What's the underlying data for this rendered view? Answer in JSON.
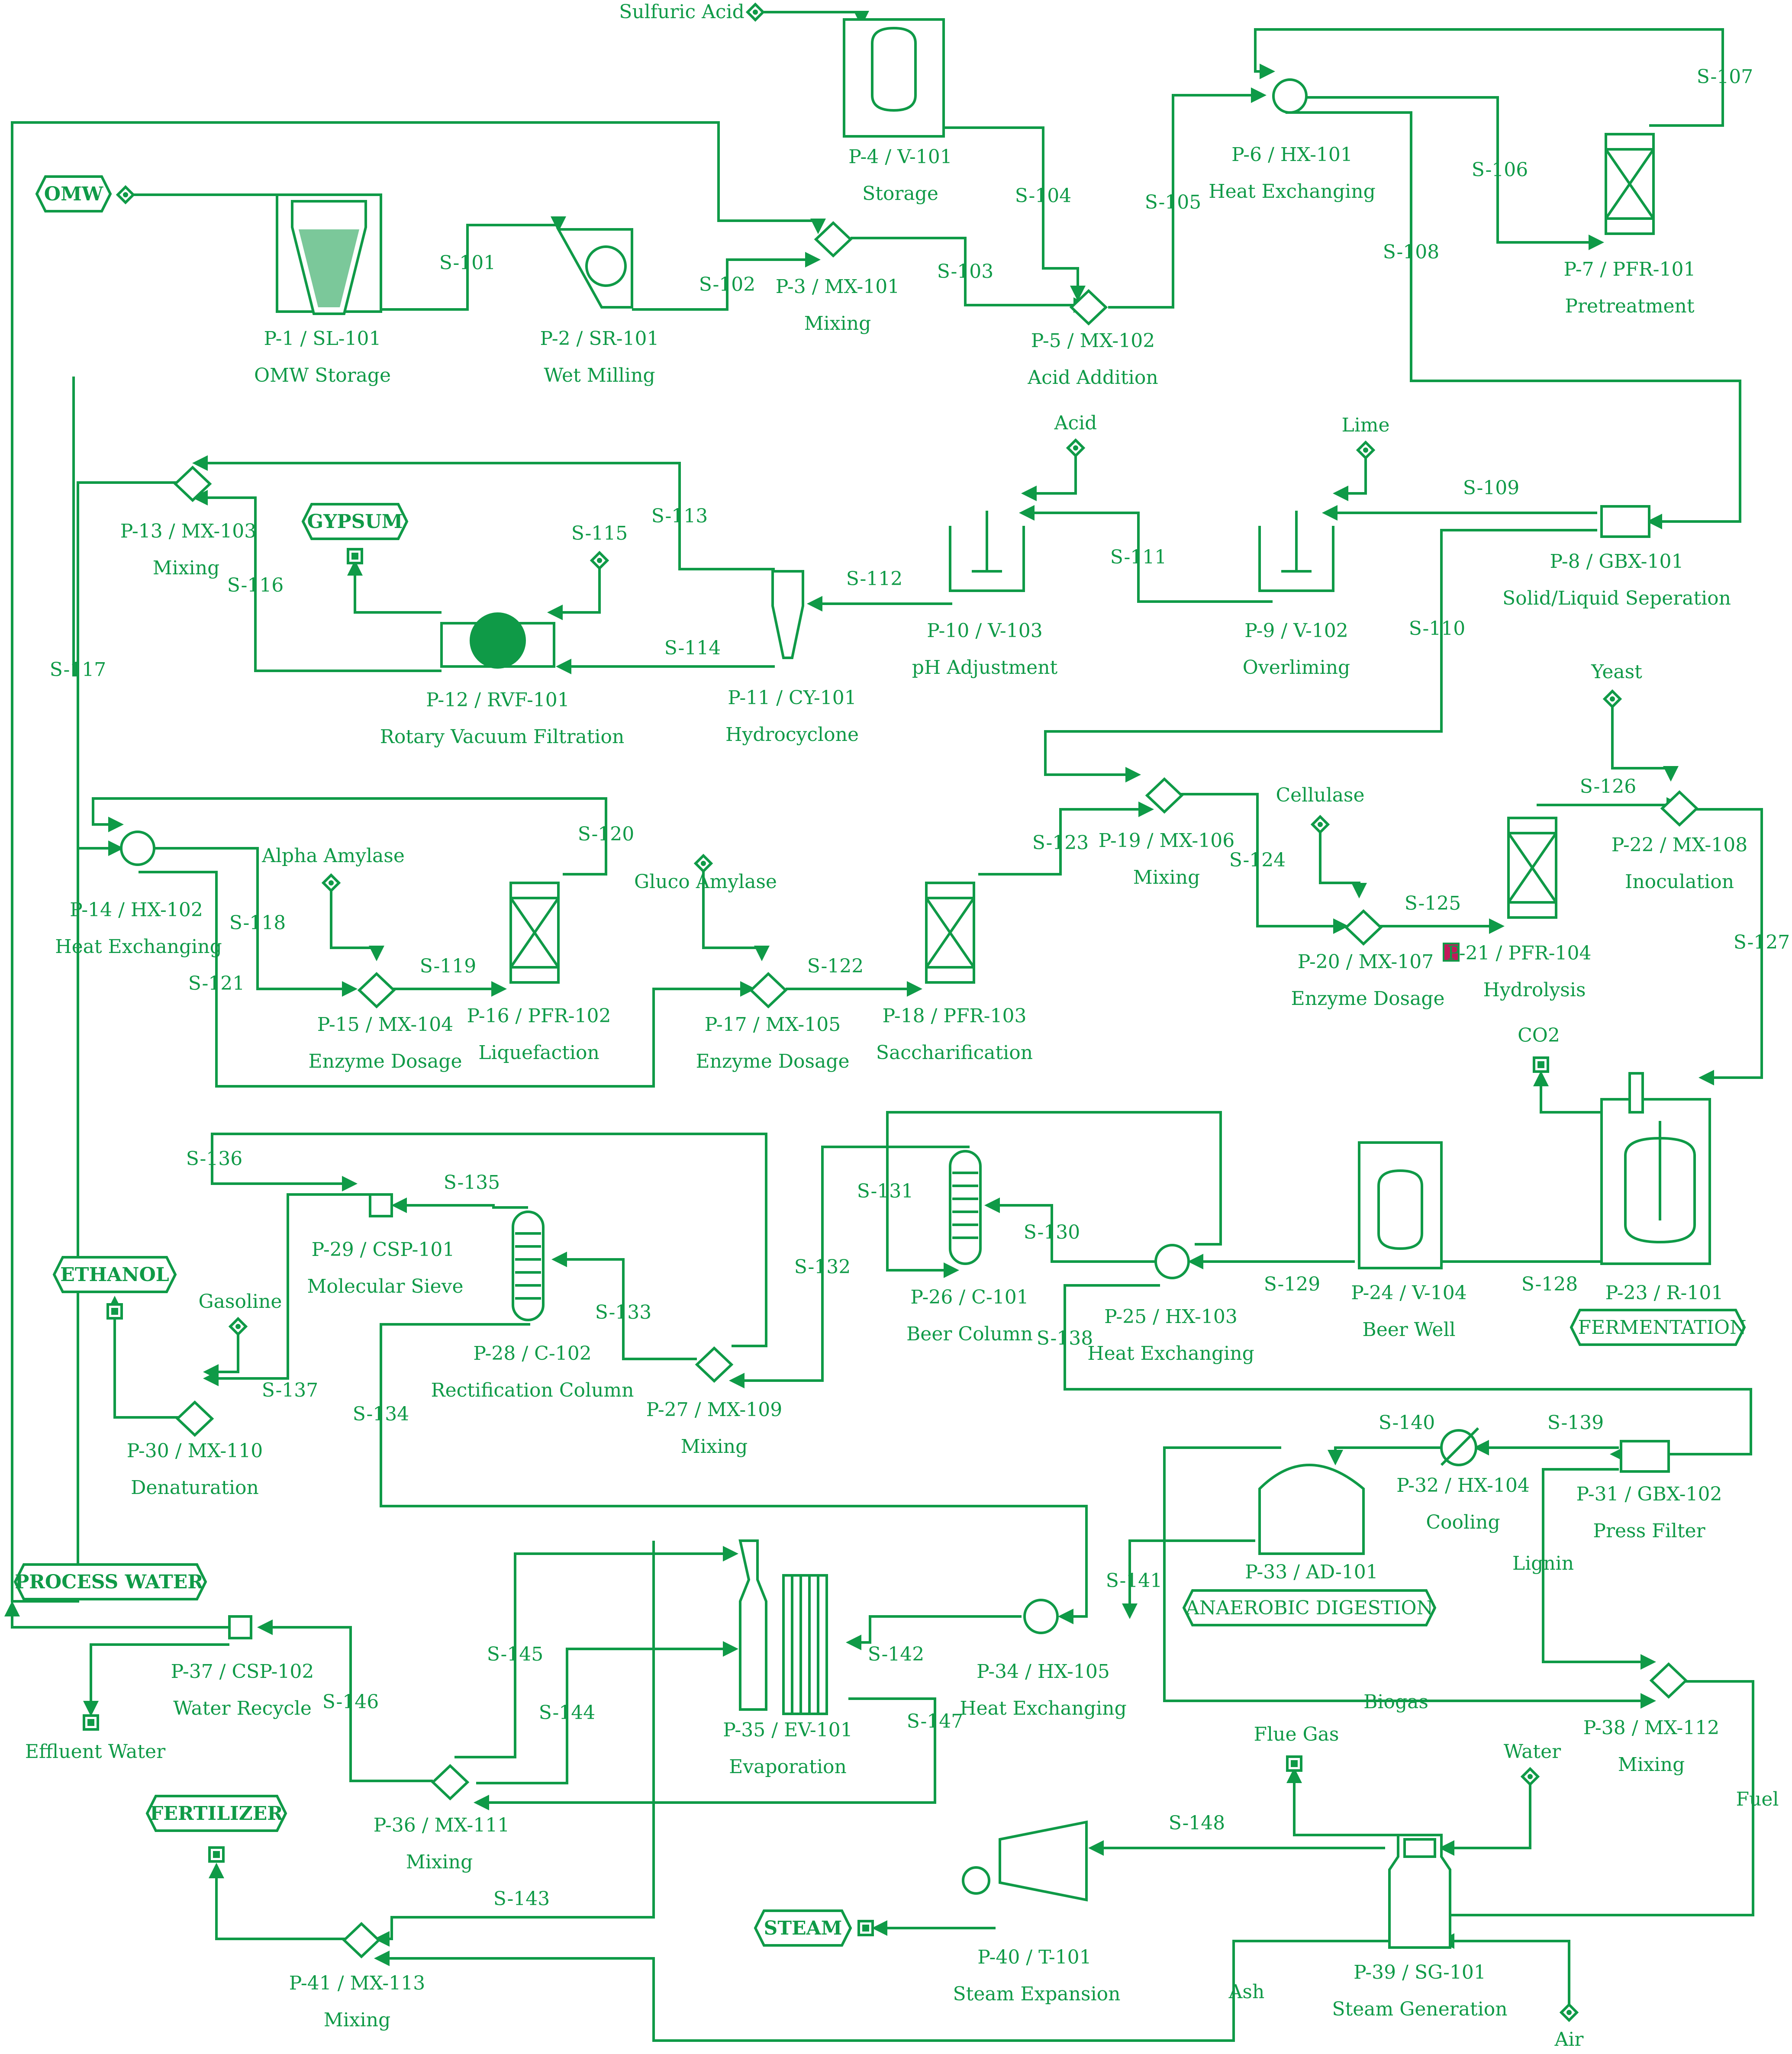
{
  "colors": {
    "line": "#0f9a47",
    "background": "#ffffff",
    "enzyme_icon": "#c2185b"
  },
  "equipment": [
    {
      "id": "P-1 / SL-101",
      "desc": "OMW Storage"
    },
    {
      "id": "P-2 / SR-101",
      "desc": "Wet Milling"
    },
    {
      "id": "P-3 / MX-101",
      "desc": "Mixing"
    },
    {
      "id": "P-4 / V-101",
      "desc": "Storage"
    },
    {
      "id": "P-5 / MX-102",
      "desc": "Acid Addition"
    },
    {
      "id": "P-6 / HX-101",
      "desc": "Heat Exchanging"
    },
    {
      "id": "P-7 / PFR-101",
      "desc": "Pretreatment"
    },
    {
      "id": "P-8 / GBX-101",
      "desc": "Solid/Liquid Seperation"
    },
    {
      "id": "P-9 / V-102",
      "desc": "Overliming"
    },
    {
      "id": "P-10 / V-103",
      "desc": "pH Adjustment"
    },
    {
      "id": "P-11 / CY-101",
      "desc": "Hydrocyclone"
    },
    {
      "id": "P-12 / RVF-101",
      "desc": "Rotary Vacuum Filtration"
    },
    {
      "id": "P-13 / MX-103",
      "desc": "Mixing"
    },
    {
      "id": "P-14 / HX-102",
      "desc": "Heat Exchanging"
    },
    {
      "id": "P-15 / MX-104",
      "desc": "Enzyme Dosage"
    },
    {
      "id": "P-16 / PFR-102",
      "desc": "Liquefaction"
    },
    {
      "id": "P-17 / MX-105",
      "desc": "Enzyme Dosage"
    },
    {
      "id": "P-18 / PFR-103",
      "desc": "Saccharification"
    },
    {
      "id": "P-19 / MX-106",
      "desc": "Mixing"
    },
    {
      "id": "P-20 / MX-107",
      "desc": "Enzyme Dosage"
    },
    {
      "id": "P-21 / PFR-104",
      "desc": "Hydrolysis"
    },
    {
      "id": "P-22 / MX-108",
      "desc": "Inoculation"
    },
    {
      "id": "P-23 / R-101",
      "desc": ""
    },
    {
      "id": "P-24 / V-104",
      "desc": "Beer Well"
    },
    {
      "id": "P-25 / HX-103",
      "desc": "Heat Exchanging"
    },
    {
      "id": "P-26 / C-101",
      "desc": "Beer Column"
    },
    {
      "id": "P-27 / MX-109",
      "desc": "Mixing"
    },
    {
      "id": "P-28 / C-102",
      "desc": "Rectification Column"
    },
    {
      "id": "P-29 / CSP-101",
      "desc": "Molecular Sieve"
    },
    {
      "id": "P-30 / MX-110",
      "desc": "Denaturation"
    },
    {
      "id": "P-31 / GBX-102",
      "desc": "Press Filter"
    },
    {
      "id": "P-32 / HX-104",
      "desc": "Cooling"
    },
    {
      "id": "P-33 / AD-101",
      "desc": ""
    },
    {
      "id": "P-34 / HX-105",
      "desc": "Heat Exchanging"
    },
    {
      "id": "P-35 / EV-101",
      "desc": "Evaporation"
    },
    {
      "id": "P-36 / MX-111",
      "desc": "Mixing"
    },
    {
      "id": "P-37 / CSP-102",
      "desc": "Water Recycle"
    },
    {
      "id": "P-38 / MX-112",
      "desc": "Mixing"
    },
    {
      "id": "P-39 / SG-101",
      "desc": "Steam Generation"
    },
    {
      "id": "P-40 / T-101",
      "desc": "Steam Expansion"
    },
    {
      "id": "P-41 / MX-113",
      "desc": "Mixing"
    }
  ],
  "section_tags": [
    "OMW",
    "GYPSUM",
    "ETHANOL",
    "PROCESS WATER",
    "FERTILIZER",
    "STEAM",
    "FERMENTATION",
    "ANAEROBIC DIGESTION"
  ],
  "streams": [
    "S-101",
    "S-102",
    "S-103",
    "S-104",
    "S-105",
    "S-106",
    "S-107",
    "S-108",
    "S-109",
    "S-110",
    "S-111",
    "S-112",
    "S-113",
    "S-114",
    "S-115",
    "S-116",
    "S-117",
    "S-118",
    "S-119",
    "S-120",
    "S-121",
    "S-122",
    "S-123",
    "S-124",
    "S-125",
    "S-126",
    "S-127",
    "S-128",
    "S-129",
    "S-130",
    "S-131",
    "S-132",
    "S-133",
    "S-134",
    "S-135",
    "S-136",
    "S-137",
    "S-138",
    "S-139",
    "S-140",
    "S-141",
    "S-142",
    "S-143",
    "S-144",
    "S-145",
    "S-146",
    "S-147",
    "S-148"
  ],
  "inputs_outputs": [
    "Sulfuric Acid",
    "Acid",
    "Lime",
    "Yeast",
    "Cellulase",
    "Alpha Amylase",
    "Gluco Amylase",
    "Gasoline",
    "CO2",
    "Effluent Water",
    "Lignin",
    "Biogas",
    "Fuel",
    "Flue Gas",
    "Water",
    "Ash",
    "Air"
  ]
}
